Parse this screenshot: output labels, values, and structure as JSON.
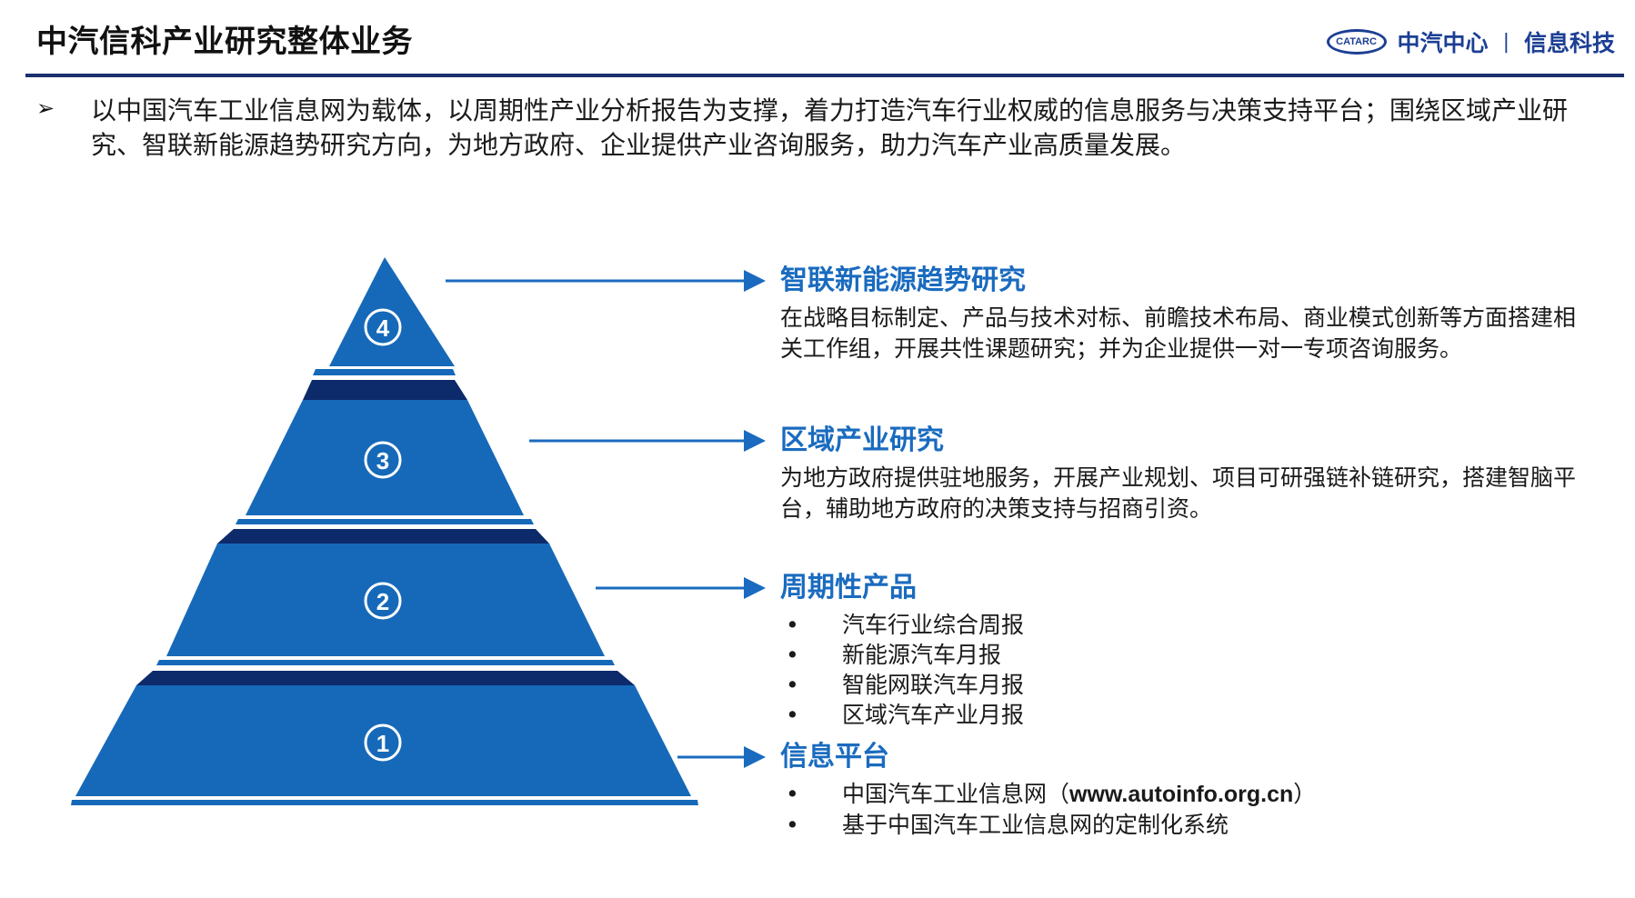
{
  "header": {
    "title": "中汽信科产业研究整体业务",
    "logo_mark": "CATARC",
    "logo_org": "中汽中心",
    "logo_divider": "|",
    "logo_dept": "信息科技"
  },
  "intro": {
    "bullet": "➢",
    "text": "以中国汽车工业信息网为载体，以周期性产业分析报告为支撑，着力打造汽车行业权威的信息服务与决策支持平台；围绕区域产业研究、智联新能源趋势研究方向，为地方政府、企业提供产业咨询服务，助力汽车产业高质量发展。"
  },
  "pyramid": {
    "levels": [
      {
        "number": "4",
        "circled": "④"
      },
      {
        "number": "3",
        "circled": "③"
      },
      {
        "number": "2",
        "circled": "②"
      },
      {
        "number": "1",
        "circled": "①"
      }
    ],
    "colors": {
      "main": "#1669b8",
      "dark": "#0d2a6b",
      "stripe": "#ffffff"
    }
  },
  "sections": {
    "s4": {
      "heading": "智联新能源趋势研究",
      "desc": "在战略目标制定、产品与技术对标、前瞻技术布局、商业模式创新等方面搭建相关工作组，开展共性课题研究；并为企业提供一对一专项咨询服务。"
    },
    "s3": {
      "heading": "区域产业研究",
      "desc": "为地方政府提供驻地服务，开展产业规划、项目可研强链补链研究，搭建智脑平台，辅助地方政府的决策支持与招商引资。"
    },
    "s2": {
      "heading": "周期性产品",
      "items": [
        "汽车行业综合周报",
        "新能源汽车月报",
        "智能网联汽车月报",
        "区域汽车产业月报"
      ]
    },
    "s1": {
      "heading": "信息平台",
      "item1_prefix": "中国汽车工业信息网（",
      "item1_url": "www.autoinfo.org.cn",
      "item1_suffix": "）",
      "item2": "基于中国汽车工业信息网的定制化系统"
    },
    "bullet": "•"
  },
  "accent_color": "#1a6bbf"
}
